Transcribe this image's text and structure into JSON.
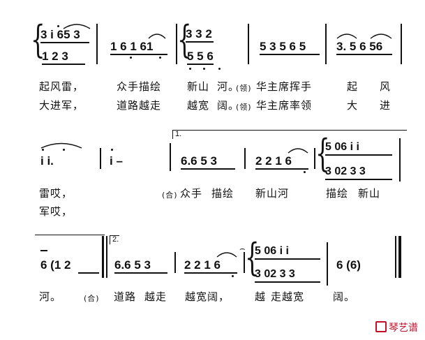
{
  "score": {
    "row1": {
      "notes": {
        "m1_top": "3 i 65 3",
        "m1_bot": "1 2 3",
        "m2": "1 6  1 61",
        "m3_top": "3  3  2",
        "m3_bot": "5  5  6",
        "m4": "5 3 5 6 5",
        "m5": "3. 5 6 56"
      },
      "lyrics1": [
        "起风雷，",
        "众手描绘",
        "新山",
        "河。",
        "(领)",
        "华主席挥手",
        "起",
        "风"
      ],
      "lyrics2": [
        "大进军，",
        "道路越走",
        "越宽",
        "阔。",
        "(领)",
        "华主席率领",
        "大",
        "进"
      ]
    },
    "row2": {
      "volta": "1.",
      "notes": {
        "m1": "i  i.",
        "m2": "i  –",
        "m3": "6.6  5 3",
        "m4": "2 2  1 6",
        "m5_top": "5 06  i  i",
        "m5_bot": "3 02  3  3"
      },
      "lyrics1": [
        "雷哎，",
        "(合)",
        "众手",
        "描绘",
        "新山河",
        "描绘",
        "新山"
      ],
      "lyrics2": [
        "军哎，"
      ]
    },
    "row3": {
      "volta": "2.",
      "notes": {
        "m1": "6  (1 2",
        "m2": "6.6  5 3",
        "m3": "2 2  1 6",
        "m4_top": "5 06  i  i",
        "m4_bot": "3 02  3  3",
        "m5": "6  (6)"
      },
      "lyrics": [
        "河。",
        "(合)",
        "道路",
        "越走",
        "越宽阔，",
        "越",
        "走越宽",
        "阔。"
      ]
    }
  },
  "watermark": "琴艺谱"
}
